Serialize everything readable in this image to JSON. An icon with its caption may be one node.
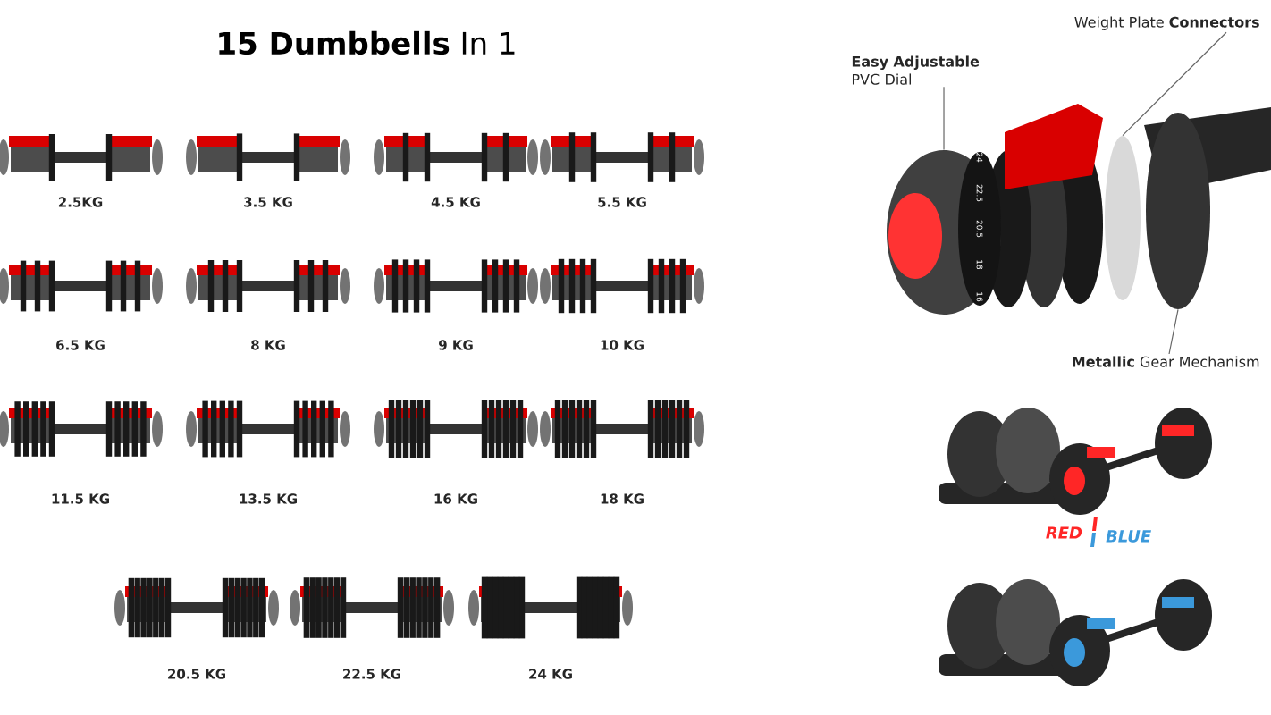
{
  "diagram": {
    "title": "**15 Dumbbells** In 1",
    "nodes": [
      {
        "text": [
          "**Easy Adjustable** PVC Dial"
        ]
      },
      {
        "text": [
          "Weight Plate **Connectors**"
        ]
      },
      {
        "text": [
          "**Metallic** Gear Mechanism"
        ]
      },
      {
        "text": [],
        "shape": "picture"
      },
      {
        "text": [],
        "shape": "circle"
      },
      {
        "text": [],
        "shape": "circle"
      }
    ],
    "edges": [
      {
        "from": 0,
        "to": 3,
        "arrow": "none"
      },
      {
        "from": 1,
        "to": 4,
        "arrow": "none"
      },
      {
        "from": 2,
        "to": 5,
        "arrow": "none"
      }
    ],
    "labels": [
      "2.5KG",
      "3.5 KG",
      "4.5 KG",
      "5.5 KG",
      "6.5 KG",
      "8 KG",
      "9 KG",
      "10 KG",
      "11.5 KG",
      "13.5 KG",
      "16 KG",
      "18 KG",
      "20.5 KG",
      "22.5 KG",
      "24 KG",
      "24",
      "22.5",
      "20.5",
      "18",
      "16",
      "RED",
      "BLUE"
    ]
  }
}
